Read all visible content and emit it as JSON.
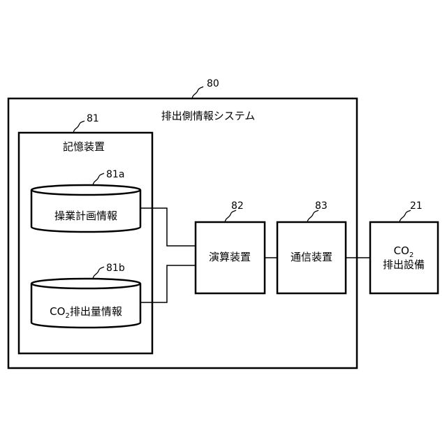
{
  "system": {
    "ref": "80",
    "title": "排出側情報システム"
  },
  "storage": {
    "ref": "81",
    "title": "記憶装置",
    "db1": {
      "ref": "81a",
      "label": "操業計画情報"
    },
    "db2": {
      "ref": "81b",
      "label_prefix": "CO",
      "label_sub": "2",
      "label_suffix": "排出量情報"
    }
  },
  "calc": {
    "ref": "82",
    "label": "演算装置"
  },
  "comm": {
    "ref": "83",
    "label": "通信装置"
  },
  "equipment": {
    "ref": "21",
    "line1_prefix": "CO",
    "line1_sub": "2",
    "line2": "排出設備"
  },
  "colors": {
    "stroke": "#000000",
    "background": "#ffffff"
  }
}
